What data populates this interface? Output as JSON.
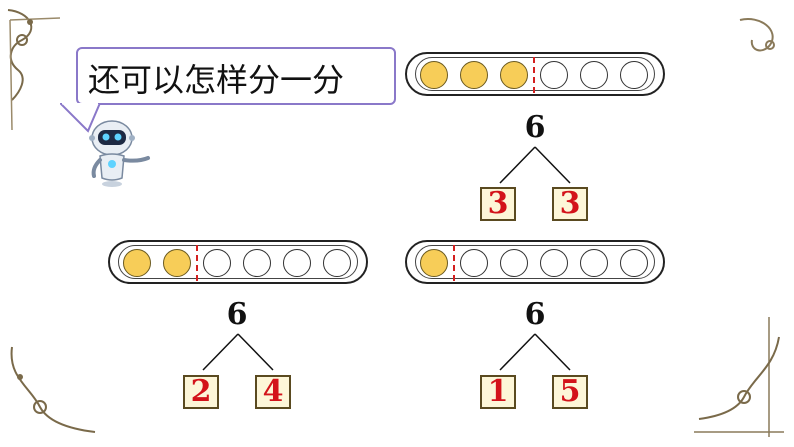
{
  "prompt": "还可以怎样分一分",
  "colors": {
    "filled": "#f7cd58",
    "divider": "#d32020",
    "answer": "#d3131a",
    "bubble_border": "#8a78c9"
  },
  "icons": [
    "robot-icon",
    "ornament-icon"
  ],
  "groups": [
    {
      "total": "6",
      "filled": 3,
      "empty": 3,
      "parts": [
        "3",
        "3"
      ]
    },
    {
      "total": "6",
      "filled": 2,
      "empty": 4,
      "parts": [
        "2",
        "4"
      ]
    },
    {
      "total": "6",
      "filled": 1,
      "empty": 5,
      "parts": [
        "1",
        "5"
      ]
    }
  ]
}
